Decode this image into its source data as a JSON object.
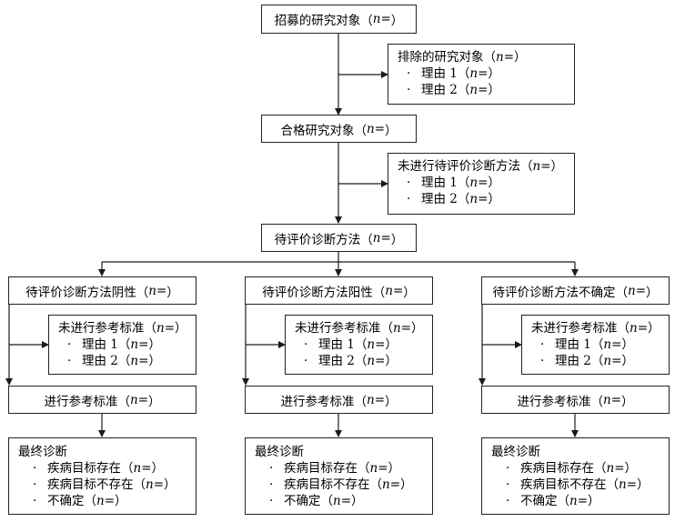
{
  "recruited": {
    "label": "招募的研究对象",
    "n": "n",
    "eq": "="
  },
  "excluded": {
    "title": "排除的研究对象",
    "reasons": [
      "理由 1",
      "理由 2"
    ]
  },
  "eligible": {
    "label": "合格研究对象"
  },
  "not_done_index": {
    "title": "未进行待评价诊断方法",
    "reasons": [
      "理由 1",
      "理由 2"
    ]
  },
  "index_test": {
    "label": "待评价诊断方法"
  },
  "branches": [
    {
      "label": "待评价诊断方法阴性",
      "no_ref": {
        "title": "未进行参考标准",
        "reasons": [
          "理由 1",
          "理由 2"
        ]
      },
      "ref": "进行参考标准",
      "final": {
        "title": "最终诊断",
        "items": [
          "疾病目标存在",
          "疾病目标不存在",
          "不确定"
        ]
      }
    },
    {
      "label": "待评价诊断方法阳性",
      "no_ref": {
        "title": "未进行参考标准",
        "reasons": [
          "理由 1",
          "理由 2"
        ]
      },
      "ref": "进行参考标准",
      "final": {
        "title": "最终诊断",
        "items": [
          "疾病目标存在",
          "疾病目标不存在",
          "不确定"
        ]
      }
    },
    {
      "label": "待评价诊断方法不确定",
      "no_ref": {
        "title": "未进行参考标准",
        "reasons": [
          "理由 1",
          "理由 2"
        ]
      },
      "ref": "进行参考标准",
      "final": {
        "title": "最终诊断",
        "items": [
          "疾病目标存在",
          "疾病目标不存在",
          "不确定"
        ]
      }
    }
  ],
  "colors": {
    "line": "#1a1a1a",
    "box_border": "#222222"
  }
}
